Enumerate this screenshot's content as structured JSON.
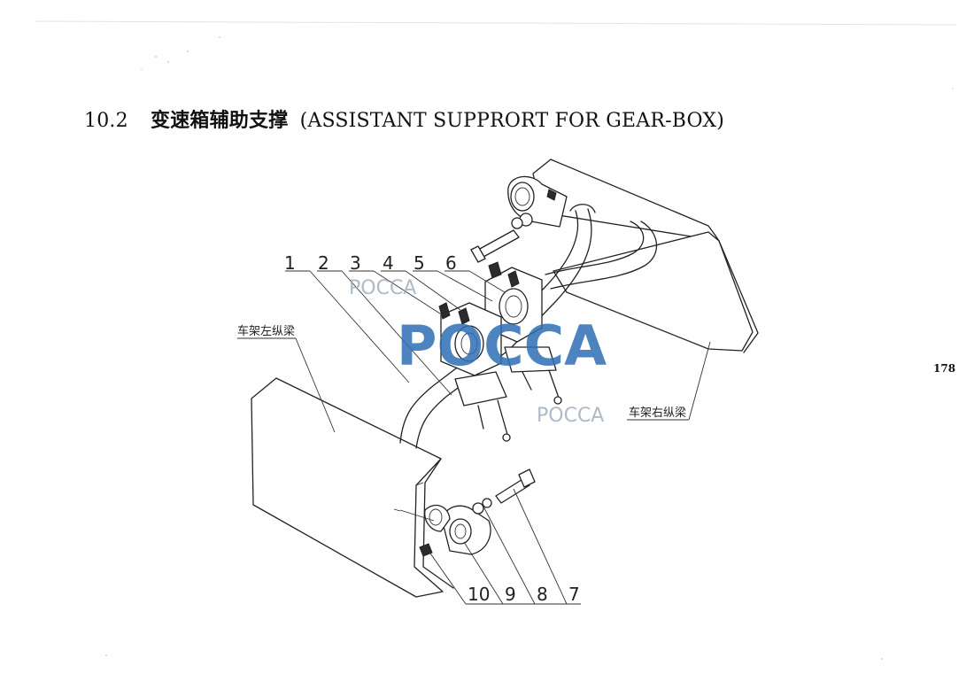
{
  "section": {
    "number": "10.2",
    "title_cn": "变速箱辅助支撑",
    "title_en": "(ASSISTANT SUPPRORT FOR GEAR-BOX)"
  },
  "page_number": "178",
  "labels": {
    "left_beam": "车架左纵梁",
    "right_beam": "车架右纵梁"
  },
  "callouts_top": [
    "1",
    "2",
    "3",
    "4",
    "5",
    "6"
  ],
  "callouts_bottom": [
    "10",
    "9",
    "8",
    "7"
  ],
  "watermark": {
    "big": "POCCA",
    "small_top": "POCCA",
    "small_bottom": "POCCA",
    "color": "#2f6fb5"
  }
}
